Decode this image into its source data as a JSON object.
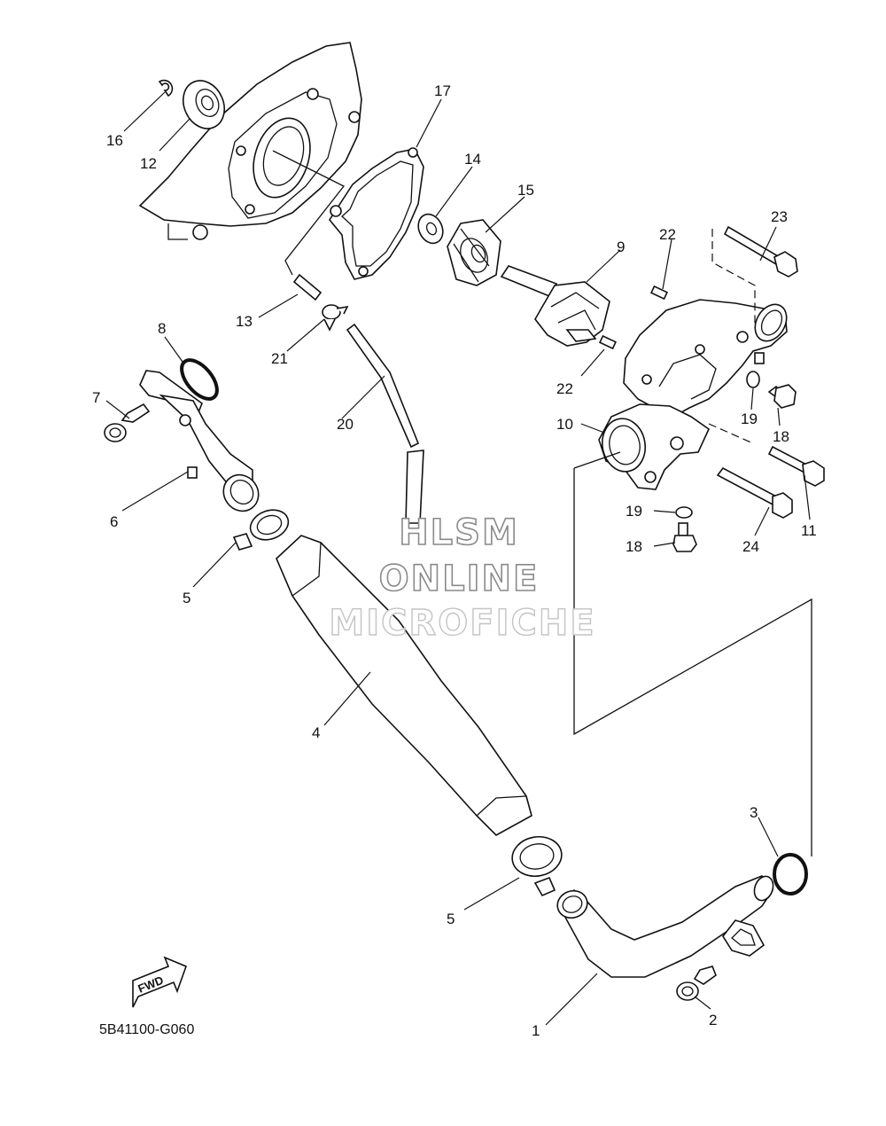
{
  "diagram": {
    "code": "5B41100-G060",
    "watermark": {
      "line1": "HLSM",
      "line2": "ONLINE",
      "line3": "MICROFICHE"
    },
    "fwd_label": "FWD",
    "callouts": [
      {
        "id": "c1",
        "label": "1"
      },
      {
        "id": "c2",
        "label": "2"
      },
      {
        "id": "c3",
        "label": "3"
      },
      {
        "id": "c4",
        "label": "4"
      },
      {
        "id": "c5a",
        "label": "5"
      },
      {
        "id": "c5b",
        "label": "5"
      },
      {
        "id": "c6",
        "label": "6"
      },
      {
        "id": "c7",
        "label": "7"
      },
      {
        "id": "c8",
        "label": "8"
      },
      {
        "id": "c9",
        "label": "9"
      },
      {
        "id": "c10",
        "label": "10"
      },
      {
        "id": "c11",
        "label": "11"
      },
      {
        "id": "c12",
        "label": "12"
      },
      {
        "id": "c13",
        "label": "13"
      },
      {
        "id": "c14",
        "label": "14"
      },
      {
        "id": "c15",
        "label": "15"
      },
      {
        "id": "c16",
        "label": "16"
      },
      {
        "id": "c17",
        "label": "17"
      },
      {
        "id": "c18a",
        "label": "18"
      },
      {
        "id": "c18b",
        "label": "18"
      },
      {
        "id": "c19a",
        "label": "19"
      },
      {
        "id": "c19b",
        "label": "19"
      },
      {
        "id": "c20",
        "label": "20"
      },
      {
        "id": "c21",
        "label": "21"
      },
      {
        "id": "c22a",
        "label": "22"
      },
      {
        "id": "c22b",
        "label": "22"
      },
      {
        "id": "c23",
        "label": "23"
      },
      {
        "id": "c24",
        "label": "24"
      }
    ]
  }
}
